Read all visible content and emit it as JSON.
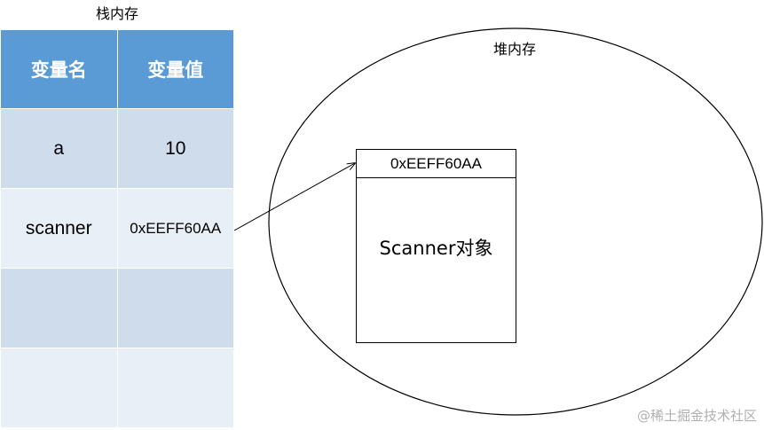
{
  "stack": {
    "title": "栈内存",
    "headers": {
      "name": "变量名",
      "value": "变量值"
    },
    "rows": [
      {
        "name": "a",
        "value": "10"
      },
      {
        "name": "scanner",
        "value": "0xEEFF60AA"
      },
      {
        "name": "",
        "value": ""
      },
      {
        "name": "",
        "value": ""
      }
    ]
  },
  "heap": {
    "title": "堆内存",
    "object": {
      "address": "0xEEFF60AA",
      "label": "Scanner对象"
    }
  },
  "watermark": "@稀土掘金技术社区",
  "colors": {
    "header_bg": "#5b9bd5",
    "row_dark": "#cfdcec",
    "row_light": "#e9eff7"
  }
}
